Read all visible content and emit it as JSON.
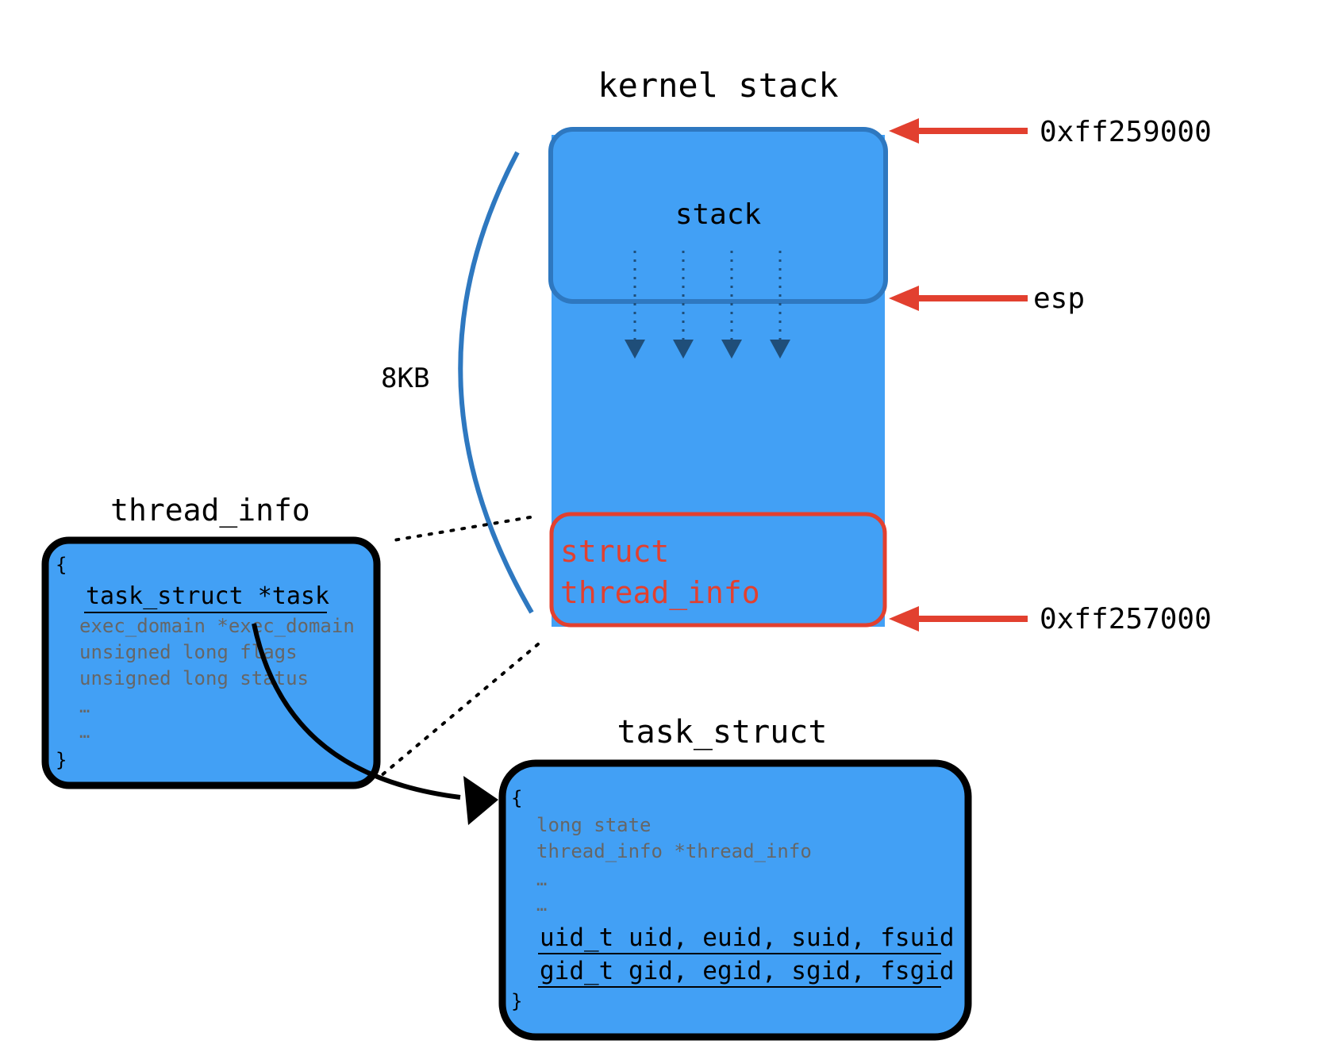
{
  "kernel_stack": {
    "title": "kernel stack",
    "stack_label": "stack",
    "struct_line1": "struct",
    "struct_line2": "thread_info",
    "size_label": "8KB"
  },
  "pointers": {
    "top_address": "0xff259000",
    "esp_label": "esp",
    "bottom_address": "0xff257000"
  },
  "thread_info": {
    "title": "thread_info",
    "open_brace": "{",
    "task_field": "task_struct *task",
    "fields": [
      "exec_domain *exec_domain",
      "unsigned long flags",
      "unsigned long status",
      "…",
      "…"
    ],
    "close_brace": "}"
  },
  "task_struct": {
    "title": "task_struct",
    "open_brace": "{",
    "fields": [
      "long state",
      "thread_info *thread_info",
      "…",
      "…"
    ],
    "uid_line": "uid_t uid, euid, suid, fsuid",
    "gid_line": "gid_t gid, egid, sgid, fsgid",
    "close_brace": "}"
  },
  "colors": {
    "box_fill": "#42a0f5",
    "blue_border": "#2e78c0",
    "red": "#e2402f",
    "dark_arrow": "#1f4e79",
    "field_gray": "#666666"
  }
}
